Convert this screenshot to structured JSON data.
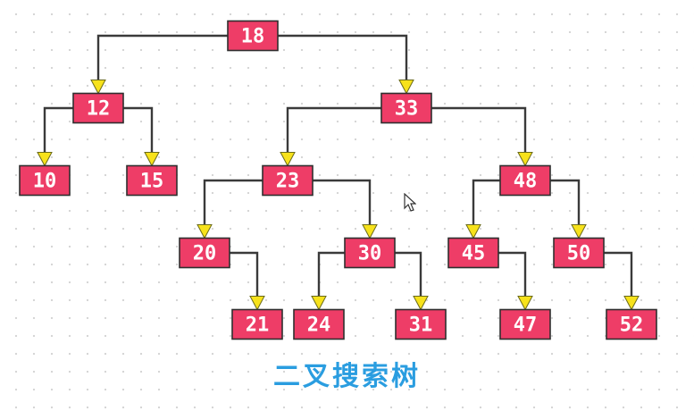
{
  "caption": "二叉搜索树",
  "colors": {
    "node_fill": "#ee3d67",
    "arrow_fill": "#f7e21b",
    "edge": "#3a3a3a",
    "caption": "#2a9de0"
  },
  "tree": {
    "nodes": [
      "18",
      "12",
      "33",
      "10",
      "15",
      "23",
      "48",
      "20",
      "30",
      "45",
      "50",
      "21",
      "24",
      "31",
      "47",
      "52"
    ],
    "edges": [
      [
        "18",
        "12"
      ],
      [
        "18",
        "33"
      ],
      [
        "12",
        "10"
      ],
      [
        "12",
        "15"
      ],
      [
        "33",
        "23"
      ],
      [
        "33",
        "48"
      ],
      [
        "23",
        "20"
      ],
      [
        "23",
        "30"
      ],
      [
        "48",
        "45"
      ],
      [
        "48",
        "50"
      ],
      [
        "20",
        "21"
      ],
      [
        "30",
        "24"
      ],
      [
        "30",
        "31"
      ],
      [
        "45",
        "47"
      ],
      [
        "50",
        "52"
      ]
    ]
  }
}
